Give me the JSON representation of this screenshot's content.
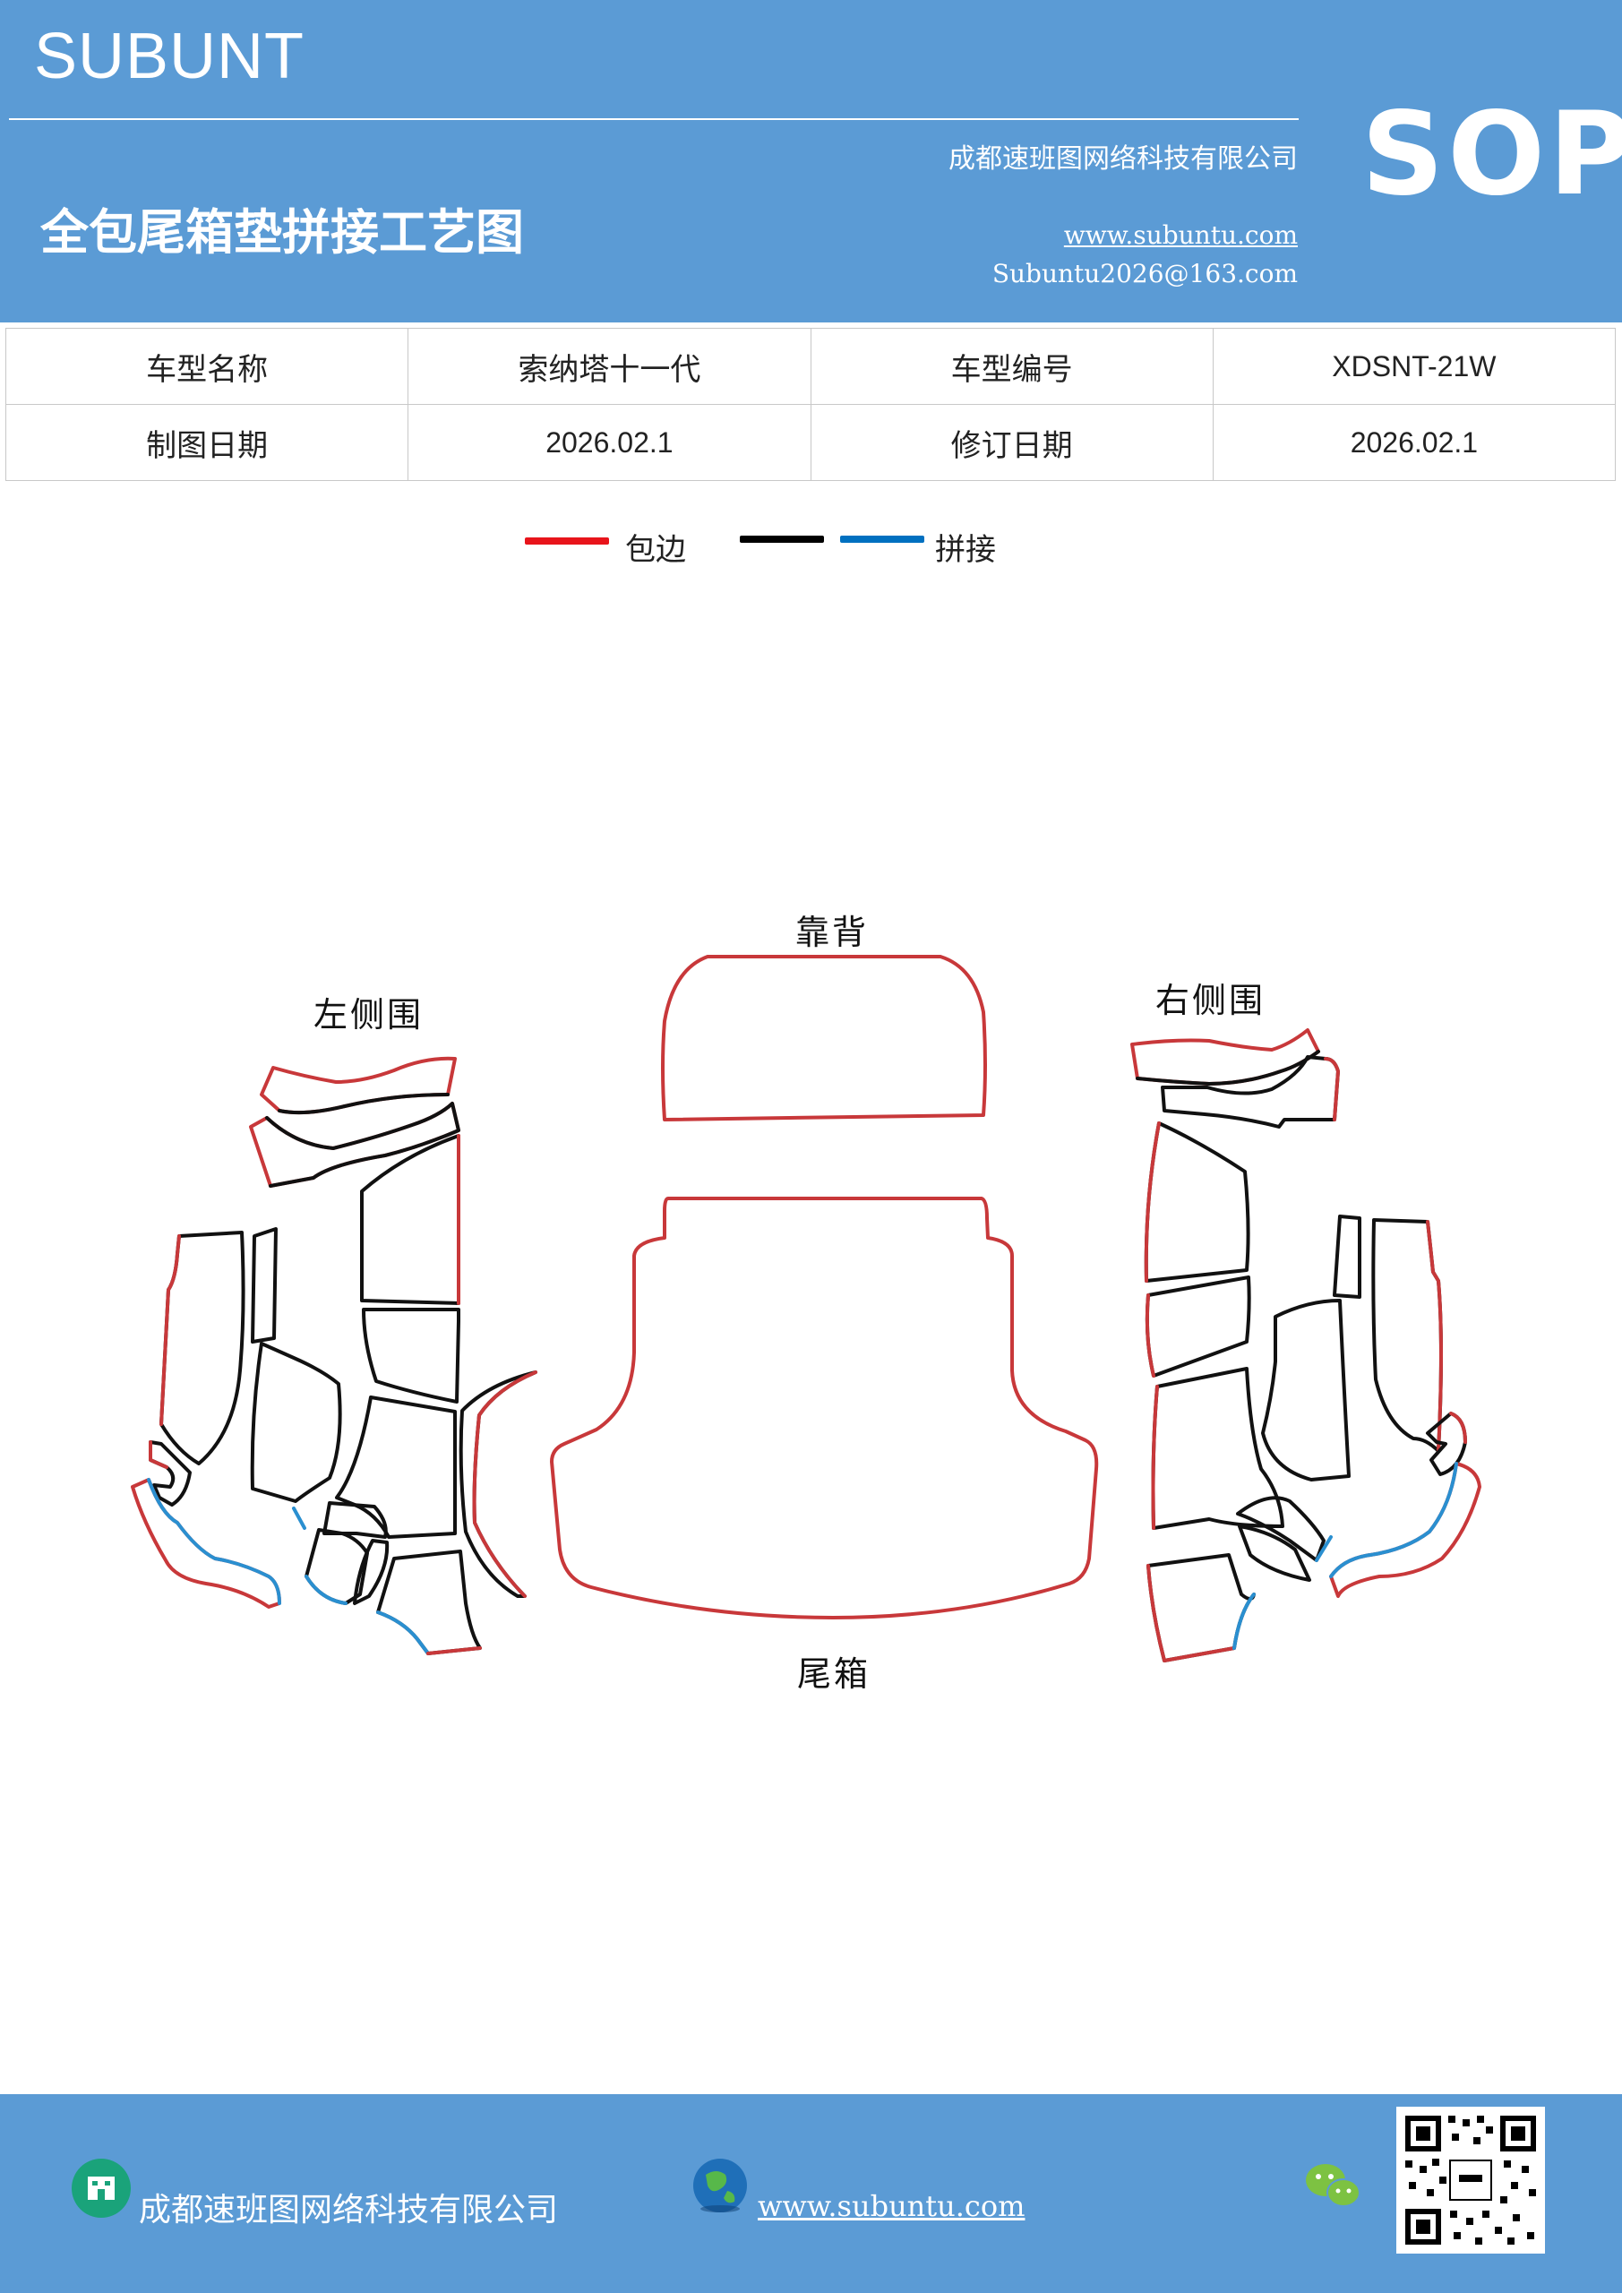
{
  "header": {
    "brand": "SUBUNT",
    "sop": "SOP",
    "company": "成都速班图网络科技有限公司",
    "title": "全包尾箱垫拼接工艺图",
    "website": "www.subuntu.com",
    "email": "Subuntu2026@163.com"
  },
  "info_table": {
    "rows": [
      [
        "车型名称",
        "索纳塔十一代",
        "车型编号",
        "XDSNT-21W"
      ],
      [
        "制图日期",
        "2026.02.1",
        "修订日期",
        "2026.02.1"
      ]
    ]
  },
  "legend": {
    "items": [
      {
        "label": "包边",
        "color": "#e8141b"
      },
      {
        "label": "",
        "color": "#000000"
      },
      {
        "label": "拼接",
        "color": "#0070c0"
      }
    ]
  },
  "diagram": {
    "labels": {
      "backrest": "靠背",
      "left_side": "左侧围",
      "right_side": "右侧围",
      "trunk": "尾箱"
    },
    "colors": {
      "edge_binding": "#c8383a",
      "cut_line": "#111111",
      "splice": "#2a8fd0"
    }
  },
  "footer": {
    "company": "成都速班图网络科技有限公司",
    "website": "www.subuntu.com",
    "building_icon": "building-icon",
    "globe_icon": "globe-icon",
    "wechat_icon": "wechat-icon"
  }
}
